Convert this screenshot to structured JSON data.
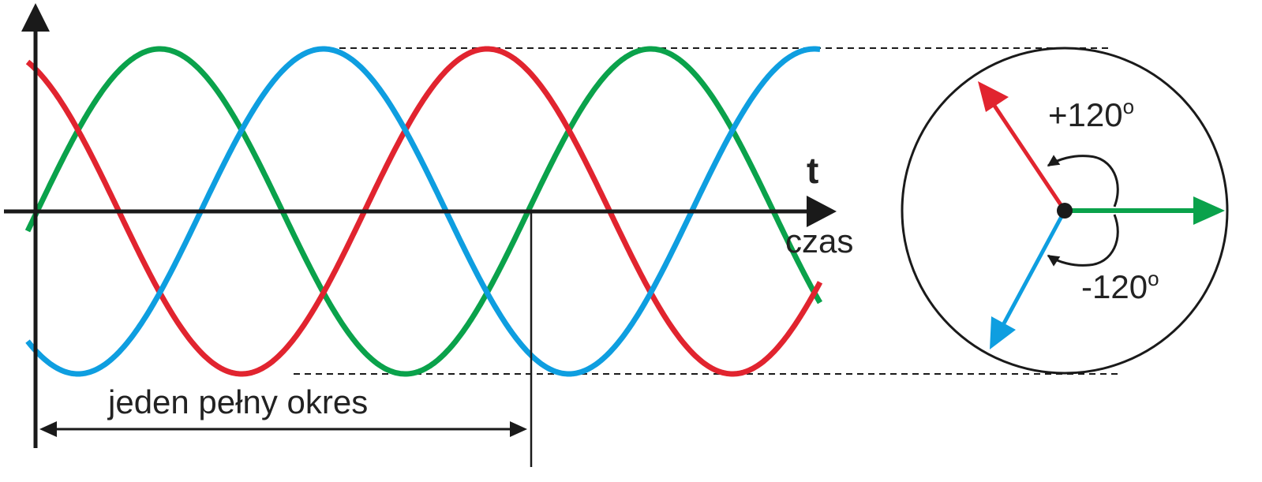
{
  "labels": {
    "time_symbol": "t",
    "time_word": "czas",
    "period": "jeden pełny okres",
    "angle_plus": "+120",
    "angle_minus": "-120",
    "degree_mark": "o"
  },
  "colors": {
    "phase_red": "#e1242f",
    "phase_green": "#0aa24b",
    "phase_blue": "#0e9ee0",
    "axis": "#1a1a1a",
    "circle": "#1a1a1a",
    "dashed": "#1a1a1a"
  },
  "waves": {
    "cycles": 2,
    "phase_shift_deg": 120,
    "phases": [
      {
        "color_key": "phase_green",
        "phase_deg": 0
      },
      {
        "color_key": "phase_red",
        "phase_deg": 120
      },
      {
        "color_key": "phase_blue",
        "phase_deg": 240
      }
    ]
  },
  "phasor": {
    "angles_deg": [
      0,
      120,
      -120
    ]
  }
}
